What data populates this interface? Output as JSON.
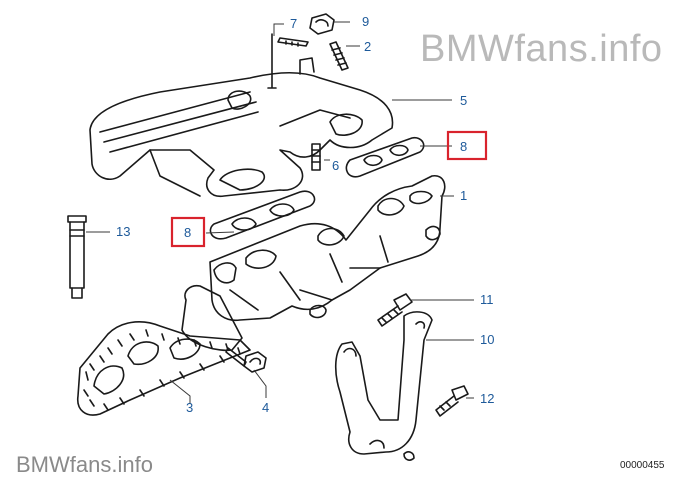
{
  "watermark_top": "BMWfans.info",
  "watermark_bottom": "BMWfans.info",
  "diagram_code": "00000455",
  "colors": {
    "line": "#1a1a1a",
    "callout": "#1e5a9a",
    "leader": "#3a3a3a",
    "highlight": "#d9232d",
    "watermark": "#b9b9b9"
  },
  "callouts": {
    "c1": "1",
    "c2": "2",
    "c3": "3",
    "c4": "4",
    "c5": "5",
    "c6": "6",
    "c7": "7",
    "c8a": "8",
    "c8b": "8",
    "c9": "9",
    "c10": "10",
    "c11": "11",
    "c12": "12",
    "c13": "13"
  }
}
